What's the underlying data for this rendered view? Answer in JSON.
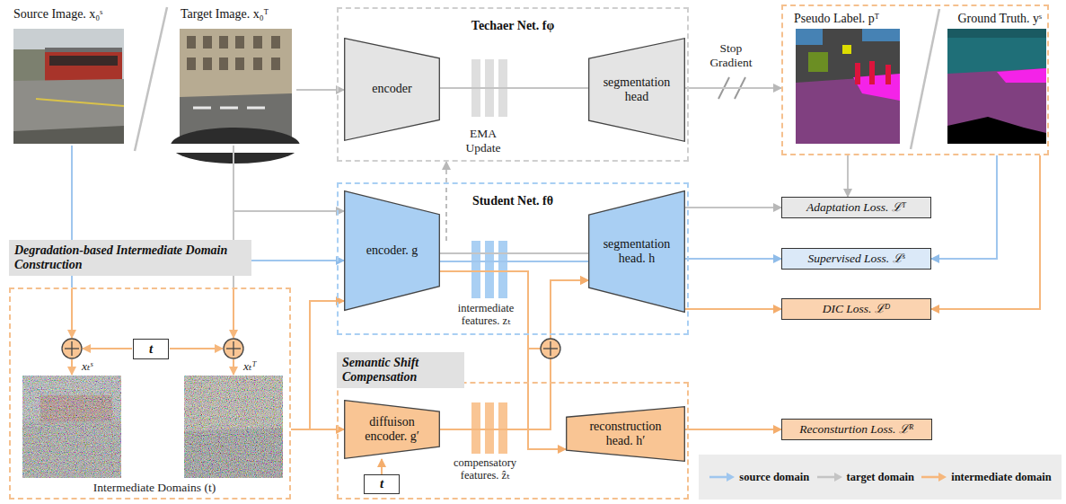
{
  "diagram": {
    "nodes": [
      {
        "text": [
          "Source Image. x₀ˢ"
        ]
      },
      {
        "text": [
          "Target Image. x₀ᵀ"
        ]
      },
      {
        "text": [
          "Techaer Net. fφ"
        ]
      },
      {
        "text": [
          "encoder"
        ],
        "in": 2
      },
      {
        "text": [
          "segmentation head"
        ],
        "in": 2
      },
      {
        "text": [
          "Pseudo Label. pᵀ",
          "Ground Truth. yˢ"
        ]
      },
      {
        "text": [
          "Student Net. fθ"
        ]
      },
      {
        "text": [
          "encoder. g"
        ],
        "in": 6
      },
      {
        "text": [
          "segmentation head. h"
        ],
        "in": 6
      },
      {
        "text": [
          "Adaptation Loss. ℒᵀ"
        ]
      },
      {
        "text": [
          "Supervised Loss. ℒˢ"
        ]
      },
      {
        "text": [
          "DIC Loss. ℒᴰ"
        ]
      },
      {
        "text": [
          "Degradation-based Intermediate Domain Construction"
        ]
      },
      {
        "text": [
          "t"
        ],
        "in": 12
      },
      {
        "text": [
          "Semantic Shift Compensation"
        ]
      },
      {
        "text": [
          "diffuison encoder. g′"
        ],
        "in": 14
      },
      {
        "text": [
          "reconstruction head. h′"
        ],
        "in": 14
      },
      {
        "text": [
          "t"
        ],
        "in": 14
      },
      {
        "text": [
          "Reconsturtion Loss. ℒᴿ"
        ]
      }
    ],
    "edges": [
      {
        "from": 1,
        "to": 3,
        "arrow": "to"
      },
      {
        "from": 3,
        "to": 4,
        "arrow": "none"
      },
      {
        "from": 4,
        "to": 5,
        "label": "Stop Gradient",
        "arrow": "to"
      },
      {
        "from": 6,
        "to": 2,
        "label": "EMA Update",
        "arrow": "to"
      },
      {
        "from": 1,
        "to": 7,
        "arrow": "to"
      },
      {
        "from": 0,
        "to": 7,
        "arrow": "to"
      },
      {
        "from": 7,
        "to": 8,
        "arrow": "none"
      },
      {
        "from": 7,
        "to": 8,
        "arrow": "none"
      },
      {
        "from": 7,
        "to": 8,
        "arrow": "to"
      },
      {
        "from": 15,
        "to": 8,
        "arrow": "to"
      },
      {
        "from": 7,
        "to": 16,
        "arrow": "to"
      },
      {
        "from": 8,
        "to": 9,
        "arrow": "to"
      },
      {
        "from": 8,
        "to": 10,
        "arrow": "to"
      },
      {
        "from": 8,
        "to": 11,
        "arrow": "to"
      },
      {
        "from": 5,
        "to": 9,
        "arrow": "to"
      },
      {
        "from": 5,
        "to": 10,
        "arrow": "to"
      },
      {
        "from": 5,
        "to": 11,
        "arrow": "to"
      },
      {
        "from": 16,
        "to": 18,
        "arrow": "to"
      },
      {
        "from": 0,
        "to": 12,
        "arrow": "none"
      },
      {
        "from": 1,
        "to": 12,
        "arrow": "none"
      },
      {
        "from": 12,
        "to": 7,
        "arrow": "to"
      },
      {
        "from": 12,
        "to": 15,
        "arrow": "to"
      },
      {
        "from": 17,
        "to": 15,
        "arrow": "to"
      }
    ],
    "labels": [
      "xₜˢ",
      "xₜᵀ",
      "Intermediate Domains (t)",
      "intermediate features. zₜ",
      "compensatory features. ẑₜ"
    ],
    "legend": [
      {
        "text": "source domain"
      },
      {
        "text": "target domain"
      },
      {
        "text": "intermediate domain"
      }
    ]
  }
}
